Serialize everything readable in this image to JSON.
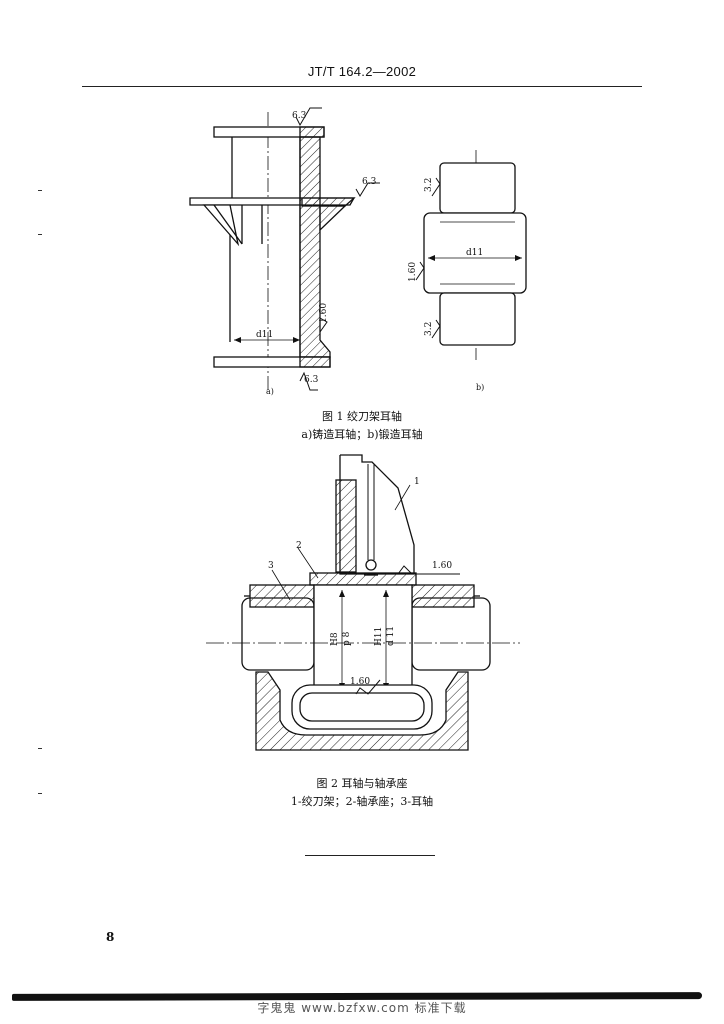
{
  "header": {
    "standard_code": "JT/T 164.2—2002"
  },
  "figure1": {
    "caption": "图 1   绞刀架耳轴",
    "subcaption": "a)铸造耳轴；b)锻造耳轴",
    "panel_a_label": "a)",
    "panel_b_label": "b)",
    "roughness_values": [
      "6.3",
      "6.3",
      "1.60",
      "6.3",
      "3.2",
      "1.60",
      "3.2"
    ],
    "tolerance_label": "d11"
  },
  "figure2": {
    "caption": "图 2   耳轴与轴承座",
    "subcaption": "1-绞刀架；2-轴承座；3-耳轴",
    "part_labels": [
      "1",
      "2",
      "3"
    ],
    "roughness_values": [
      "1.60",
      "1.60"
    ],
    "fit_labels": [
      "H8",
      "p 8",
      "H11",
      "d 11"
    ]
  },
  "footer": {
    "page_number": "8",
    "watermark": "字鬼鬼 www.bzfxw.com 标准下载"
  }
}
